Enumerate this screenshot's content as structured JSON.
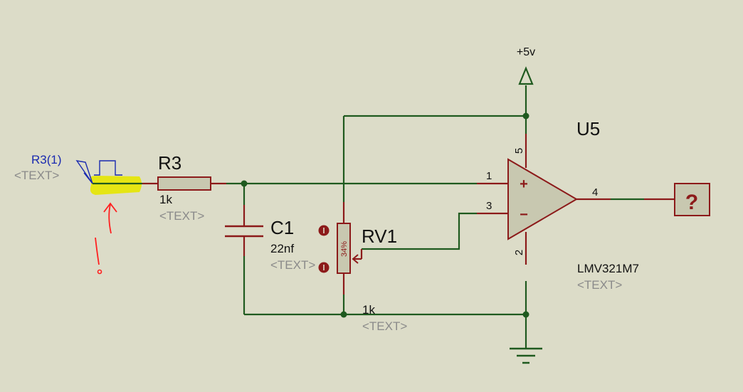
{
  "power": {
    "label": "+5v"
  },
  "probe": {
    "label": "R3(1)",
    "text": "<TEXT>"
  },
  "r3": {
    "ref": "R3",
    "value": "1k",
    "text": "<TEXT>"
  },
  "c1": {
    "ref": "C1",
    "value": "22nf",
    "text": "<TEXT>"
  },
  "rv1": {
    "ref": "RV1",
    "value": "1k",
    "text": "<TEXT>",
    "wiper": "34%"
  },
  "u5": {
    "ref": "U5",
    "part": "LMV321M7",
    "text": "<TEXT>",
    "pins": {
      "p1": "1",
      "p2": "2",
      "p3": "3",
      "p4": "4",
      "p5": "5"
    },
    "plus": "+",
    "minus": "−"
  },
  "terminal": {
    "label": "?"
  },
  "colors": {
    "wire": "#1f5a1f",
    "component": "#8c1a1a",
    "background": "#dcdcc8",
    "highlight": "#e6e600",
    "annotation": "#ff2020",
    "probe": "#1a2ab0"
  }
}
